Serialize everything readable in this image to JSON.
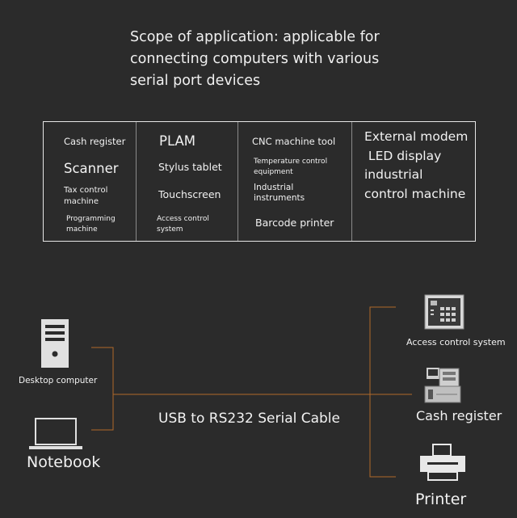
{
  "scope": {
    "line1": "Scope of application: applicable for",
    "line2": "connecting computers with various",
    "line3": "serial port devices"
  },
  "table": {
    "col1": {
      "cash_register": "Cash register",
      "scanner": "Scanner",
      "tax_control_1": "Tax control",
      "tax_control_2": "machine",
      "programming_1": "Programming",
      "programming_2": "machine"
    },
    "col2": {
      "plam": "PLAM",
      "stylus": "Stylus tablet",
      "touchscreen": "Touchscreen",
      "access_1": "Access control",
      "access_2": "system"
    },
    "col3": {
      "cnc": "CNC machine tool",
      "temp_1": "Temperature control",
      "temp_2": "equipment",
      "industrial_1": "Industrial",
      "industrial_2": "instruments",
      "barcode": "Barcode printer"
    },
    "col4": {
      "modem": "External modem",
      "led": " LED display",
      "industrial": "industrial",
      "control": "control machine"
    }
  },
  "diagram": {
    "desktop_label": "Desktop computer",
    "notebook_label": "Notebook",
    "cable_label": "USB to RS232 Serial Cable",
    "access_label": "Access control system",
    "cash_label": "Cash register",
    "printer_label": "Printer"
  },
  "colors": {
    "background": "#2b2b2b",
    "text": "#f2f2f2",
    "connector": "#b06a2a"
  }
}
